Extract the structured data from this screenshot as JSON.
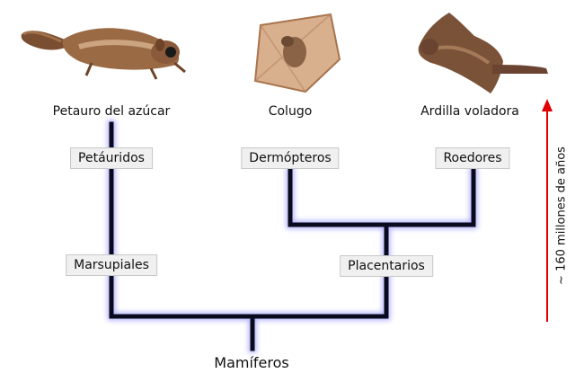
{
  "leaves": [
    {
      "name": "Petauro del azúcar",
      "group": "Petáuridos"
    },
    {
      "name": "Colugo",
      "group": "Dermópteros"
    },
    {
      "name": "Ardilla voladora",
      "group": "Roedores"
    }
  ],
  "clades": {
    "marsupials": "Marsupiales",
    "placentals": "Placentarios",
    "root": "Mamíferos"
  },
  "time_axis": {
    "label": "~ 160 millones de años",
    "color": "#e00000"
  },
  "colors": {
    "branch": "#0a0a1e",
    "branch_glow": "#5a5aff",
    "fur_brown": "#8a5a3a",
    "membrane": "#c9a07a"
  }
}
